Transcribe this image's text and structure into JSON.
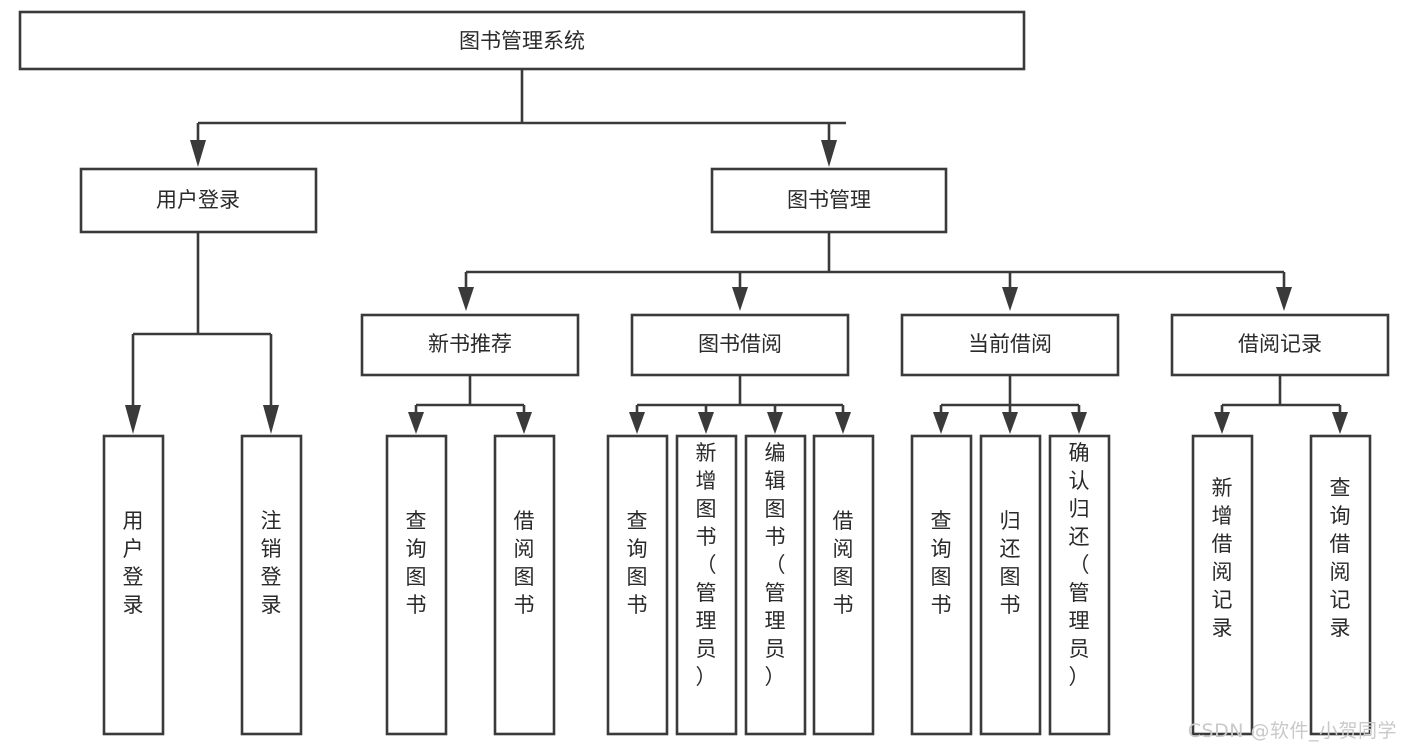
{
  "diagram": {
    "title": "图书管理系统",
    "type": "tree",
    "watermark": "CSDN @软件_小贺同学",
    "colors": {
      "stroke": "#3a3a3a",
      "fill": "#ffffff",
      "text": "#2a2a2a",
      "watermark": "#c9c9c9",
      "background": "#ffffff"
    },
    "levels": {
      "root": {
        "label": "图书管理系统"
      },
      "level2": [
        {
          "label": "用户登录"
        },
        {
          "label": "图书管理"
        }
      ],
      "level3": [
        {
          "label": "新书推荐"
        },
        {
          "label": "图书借阅"
        },
        {
          "label": "当前借阅"
        },
        {
          "label": "借阅记录"
        }
      ],
      "leaves": [
        {
          "label": "用户登录",
          "parent": "用户登录"
        },
        {
          "label": "注销登录",
          "parent": "用户登录"
        },
        {
          "label": "查询图书",
          "parent": "新书推荐"
        },
        {
          "label": "借阅图书",
          "parent": "新书推荐"
        },
        {
          "label": "查询图书",
          "parent": "图书借阅"
        },
        {
          "label": "新增图书（管理员）",
          "parent": "图书借阅"
        },
        {
          "label": "编辑图书（管理员）",
          "parent": "图书借阅"
        },
        {
          "label": "借阅图书",
          "parent": "图书借阅"
        },
        {
          "label": "查询图书",
          "parent": "当前借阅"
        },
        {
          "label": "归还图书",
          "parent": "当前借阅"
        },
        {
          "label": "确认归还（管理员）",
          "parent": "当前借阅"
        },
        {
          "label": "新增借阅记录",
          "parent": "借阅记录"
        },
        {
          "label": "查询借阅记录",
          "parent": "借阅记录"
        }
      ]
    }
  }
}
